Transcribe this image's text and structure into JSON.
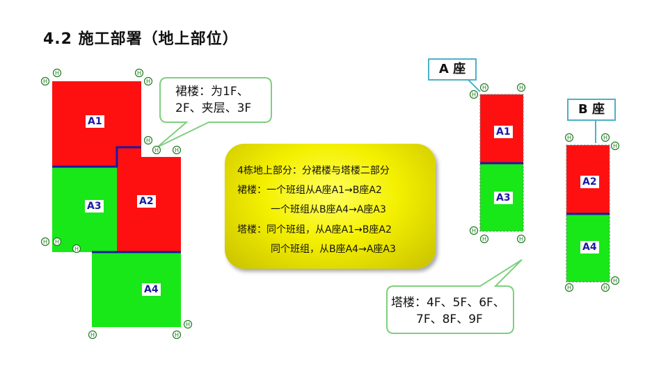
{
  "title": "4.2 施工部署（地上部位）",
  "axis_marker": "H",
  "zones": {
    "left_a1": "A1",
    "left_a2": "A2",
    "left_a3": "A3",
    "left_a4": "A4",
    "bldg_a_a1": "A1",
    "bldg_a_a3": "A3",
    "bldg_b_a2": "A2",
    "bldg_b_a4": "A4"
  },
  "tags": {
    "a_block": "A 座",
    "b_block": "B 座"
  },
  "callout_podium": {
    "line1": "裙楼：为1F、",
    "line2": "2F、夹层、3F"
  },
  "callout_tower": {
    "line1": "塔楼：4F、5F、6F、",
    "line2": "7F、8F、9F"
  },
  "summary": {
    "line1": "4栋地上部分：分裙楼与塔楼二部分",
    "line2": "裙楼：一个班组从A座A1→B座A2",
    "line3": "一个班组从B座A4→A座A3",
    "line4": "塔楼：同个班组，从A座A1→B座A2",
    "line5": "同个班组，从B座A4→A座A3"
  },
  "colors": {
    "red": "#ff1010",
    "green": "#18e818",
    "divider": "#1a1aa0",
    "callout_border": "#7ecf7e",
    "tag_border": "#4cb0c8"
  }
}
